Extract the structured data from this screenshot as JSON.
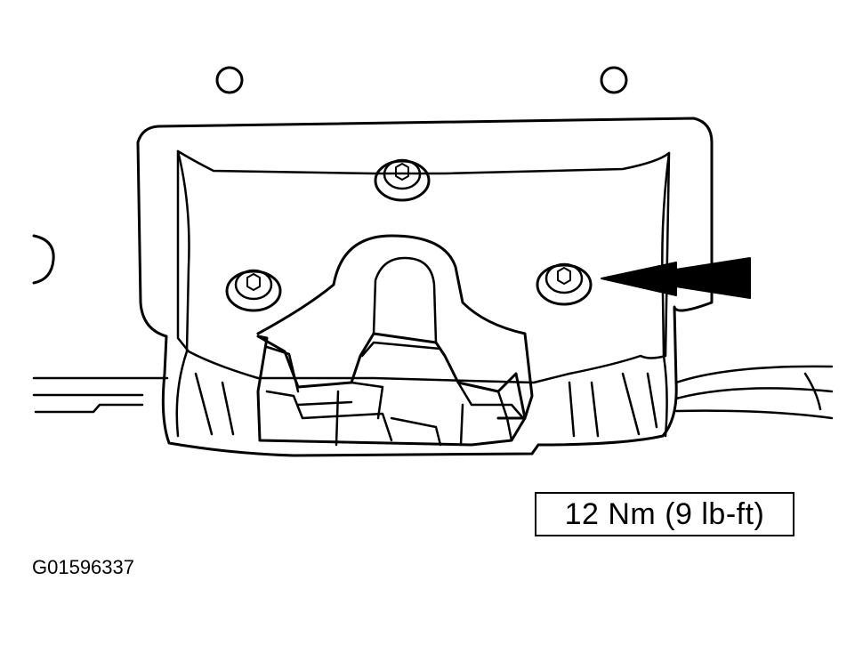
{
  "figure": {
    "subject": "hood-latch-assembly",
    "torque_label": "12 Nm (9 lb-ft)",
    "figure_id": "G01596337",
    "line_color": "#000000",
    "background_color": "#ffffff"
  }
}
